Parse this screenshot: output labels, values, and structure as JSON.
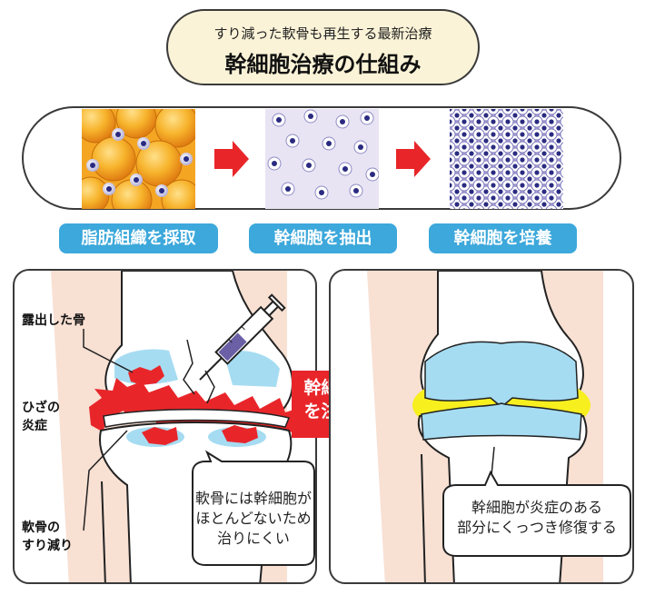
{
  "title": {
    "subtitle": "すり減った軟骨も再生する最新治療",
    "main": "幹細胞治療の仕組み"
  },
  "steps": [
    {
      "label": "脂肪組織を採取"
    },
    {
      "label": "幹細胞を抽出"
    },
    {
      "label": "幹細胞を培養"
    }
  ],
  "left_panel": {
    "labels": {
      "exposed_bone": "露出した骨",
      "inflammation_line1": "ひざの",
      "inflammation_line2": "炎症",
      "cartilage_line1": "軟骨の",
      "cartilage_line2": "すり減り"
    },
    "callout": {
      "line1": "軟骨には幹細胞が",
      "line2": "ほとんどないため",
      "line3": "治りにくい"
    }
  },
  "center_arrow": {
    "line1": "幹細胞",
    "line2": "を注入"
  },
  "right_panel": {
    "callout": {
      "line1": "幹細胞が炎症のある",
      "line2": "部分にくっつき修復する"
    }
  },
  "colors": {
    "step_label_blue": "#3ca8db",
    "arrow_red": "#e8262a",
    "cartilage_blue": "#a6dcf2",
    "inflammation_red": "#e8262a",
    "healing_yellow": "#f7ef1e",
    "title_bg": "#fbf3d7"
  }
}
